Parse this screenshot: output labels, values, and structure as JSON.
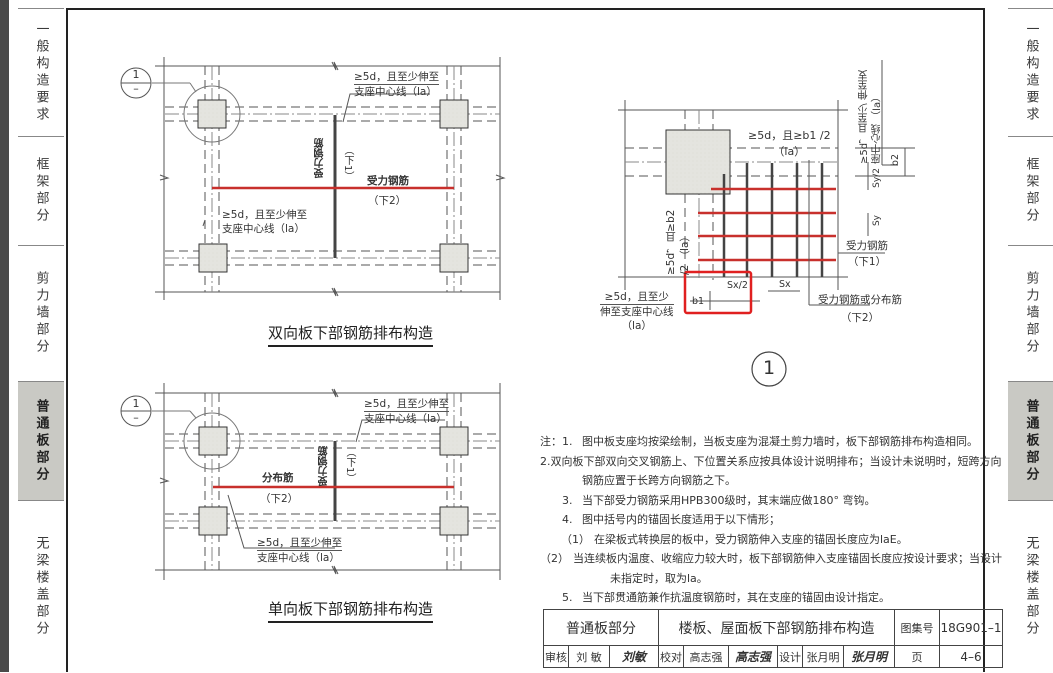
{
  "sidebar_left": {
    "tabs": [
      {
        "label": "一般构造要求",
        "active": false
      },
      {
        "label": "框架部分",
        "active": false
      },
      {
        "label": "剪力墙部分",
        "active": false
      },
      {
        "label": "普通板部分",
        "active": true
      },
      {
        "label": "无梁楼盖部分",
        "active": false
      }
    ]
  },
  "sidebar_right": {
    "tabs": [
      {
        "label": "一般构造要求",
        "active": false
      },
      {
        "label": "框架部分",
        "active": false
      },
      {
        "label": "剪力墙部分",
        "active": false
      },
      {
        "label": "普通板部分",
        "active": true
      },
      {
        "label": "无梁楼盖部分",
        "active": false
      }
    ]
  },
  "diagram_two_way": {
    "title": "双向板下部钢筋排布构造",
    "detail_marker_top": "1",
    "detail_marker_bottom": "–",
    "anchor_note_top_line1": "≥5d，且至少伸至",
    "anchor_note_top_line2": "支座中心线（la）",
    "anchor_note_left_line1": "≥5d，且至少伸至",
    "anchor_note_left_line2": "支座中心线（la）",
    "vertical_bar_label": "受力钢筋",
    "vertical_bar_pos": "（下1）",
    "horizontal_bar_label": "受力钢筋",
    "horizontal_bar_pos": "（下2）"
  },
  "diagram_one_way": {
    "title": "单向板下部钢筋排布构造",
    "detail_marker_top": "1",
    "detail_marker_bottom": "–",
    "anchor_note_top_line1": "≥5d，且至少伸至",
    "anchor_note_top_line2": "支座中心线（la）",
    "anchor_note_bottom_line1": "≥5d，且至少伸至",
    "anchor_note_bottom_line2": "支座中心线（la）",
    "vertical_bar_label": "受力钢筋",
    "vertical_bar_pos": "（下1）",
    "horizontal_bar_label": "分布筋",
    "horizontal_bar_pos": "（下2）"
  },
  "detail_1": {
    "marker": "1",
    "note_top_right_line1": "≥5d，且至少",
    "note_top_right_line2": "伸至支座中心线",
    "note_top_right_line3": "（la）",
    "note_top": "≥5d，且≥b1 /2",
    "note_top_sub": "（la）",
    "note_left": "≥5d，且≥b2 /2",
    "note_left_sub": "（la）",
    "note_bottom_left_line1": "≥5d，且至少",
    "note_bottom_left_line2": "伸至支座中心线",
    "note_bottom_left_line3": "（la）",
    "dim_b1": "b1",
    "dim_b2": "b2",
    "dim_sx_half": "Sx/2",
    "dim_sx": "Sx",
    "dim_sy_half": "Sy/2",
    "dim_sy": "Sy",
    "label_bar_top": "受力钢筋",
    "label_bar_top_pos": "（下1）",
    "label_bar_bottom": "受力钢筋或分布筋",
    "label_bar_bottom_pos": "（下2）",
    "highlight_color": "#e02020"
  },
  "notes": {
    "prefix": "注：",
    "items": [
      {
        "num": "1.",
        "text": "图中板支座均按梁绘制，当板支座为混凝土剪力墙时，板下部钢筋排布构造相同。"
      },
      {
        "num": "2.",
        "text": "双向板下部双向交叉钢筋上、下位置关系应按具体设计说明排布；当设计未说明时，短跨方向",
        "cont": "钢筋应置于长跨方向钢筋之下。"
      },
      {
        "num": "3.",
        "text": "当下部受力钢筋采用HPB300级时，其末端应做180° 弯钩。"
      },
      {
        "num": "4.",
        "text": "图中括号内的锚固长度适用于以下情形；"
      },
      {
        "num": "（1）",
        "text": "在梁板式转换层的板中，受力钢筋伸入支座的锚固长度应为laE。",
        "sub": true
      },
      {
        "num": "（2）",
        "text": "当连续板内温度、收缩应力较大时，板下部钢筋伸入支座锚固长度应按设计要求；当设计",
        "cont": "未指定时，取为la。",
        "sub": true
      },
      {
        "num": "5.",
        "text": "当下部贯通筋兼作抗温度钢筋时，其在支座的锚固由设计指定。"
      }
    ]
  },
  "title_block": {
    "section": "普通板部分",
    "drawing_title": "楼板、屋面板下部钢筋排布构造",
    "atlas_label": "图集号",
    "atlas_no": "18G901–1",
    "review_label": "审核",
    "reviewer": "刘  敏",
    "reviewer_sig": "刘敏",
    "check_label": "校对",
    "checker": "高志强",
    "checker_sig": "高志强",
    "design_label": "设计",
    "designer": "张月明",
    "designer_sig": "张月明",
    "page_label": "页",
    "page_no": "4–6"
  },
  "colors": {
    "rebar_red": "#c8302c",
    "rebar_dark": "#444444",
    "column_fill": "#e4e4df",
    "active_tab": "#c9c9c4"
  }
}
